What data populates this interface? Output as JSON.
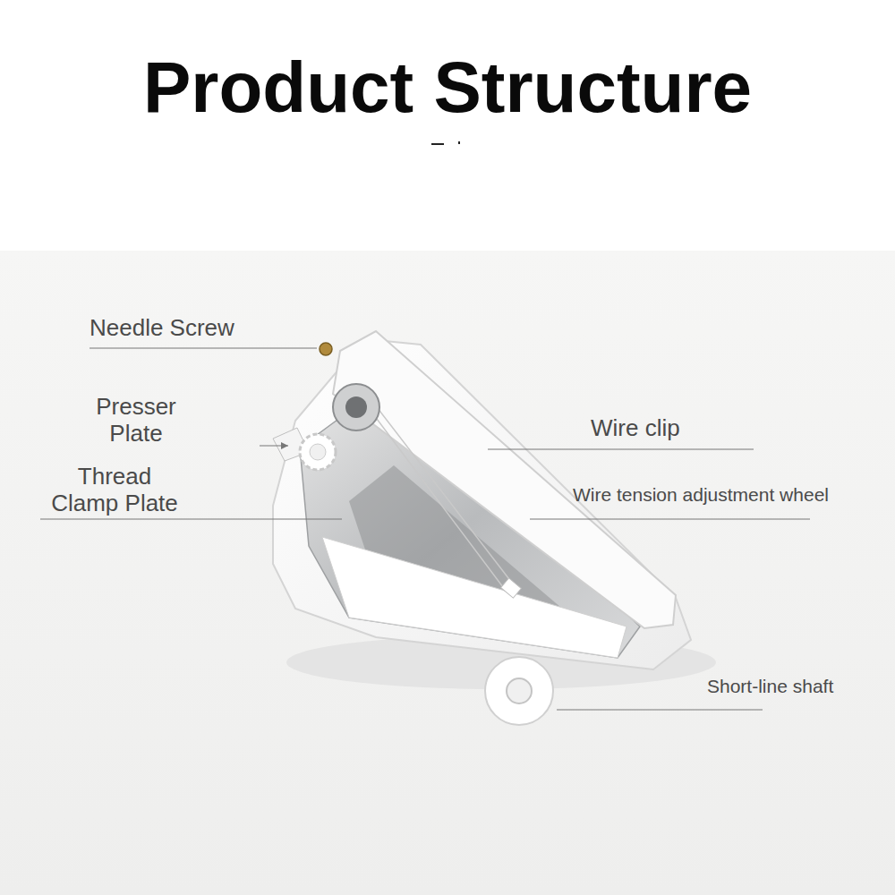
{
  "diagram": {
    "title": "Product Structure",
    "labels": [
      "Needle Screw",
      "Presser Plate",
      "Thread Clamp Plate",
      "Wire clip",
      "Wire tension adjustment wheel",
      "Short-line shaft"
    ]
  }
}
